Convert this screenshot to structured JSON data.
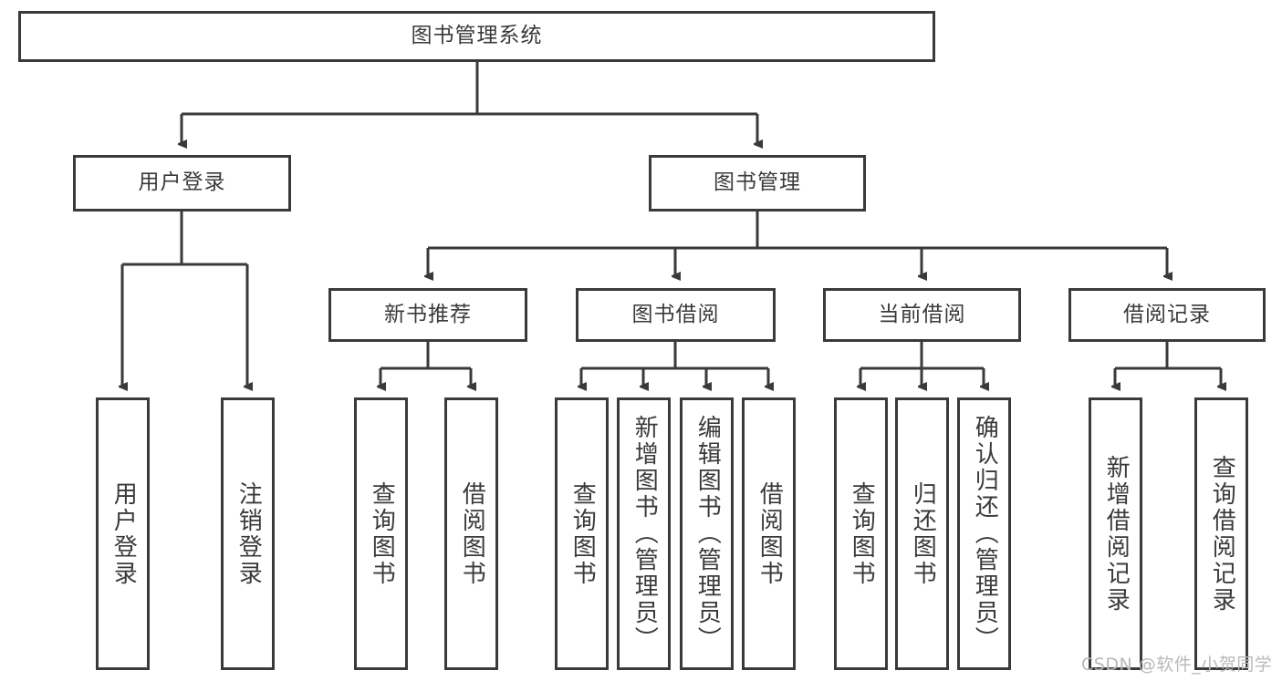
{
  "diagram": {
    "title": "图书管理系统",
    "root": {
      "label": "图书管理系统"
    },
    "level2": [
      {
        "label": "用户登录"
      },
      {
        "label": "图书管理"
      }
    ],
    "level3": [
      {
        "label": "新书推荐"
      },
      {
        "label": "图书借阅"
      },
      {
        "label": "当前借阅"
      },
      {
        "label": "借阅记录"
      }
    ],
    "leaves": {
      "user_login": [
        {
          "label": "用户登录"
        },
        {
          "label": "注销登录"
        }
      ],
      "new_book_recommend": [
        {
          "label": "查询图书"
        },
        {
          "label": "借阅图书"
        }
      ],
      "book_borrow": [
        {
          "label": "查询图书"
        },
        {
          "label": "新增图书（管理员）"
        },
        {
          "label": "编辑图书（管理员）"
        },
        {
          "label": "借阅图书"
        }
      ],
      "current_borrow": [
        {
          "label": "查询图书"
        },
        {
          "label": "归还图书"
        },
        {
          "label": "确认归还（管理员）"
        }
      ],
      "borrow_record": [
        {
          "label": "新增借阅记录"
        },
        {
          "label": "查询借阅记录"
        }
      ]
    }
  },
  "watermark": {
    "text": "CSDN @软件_小贺同学"
  },
  "colors": {
    "border": "#3a3a3a",
    "text": "#3a3a3a",
    "background": "#ffffff",
    "watermark": "#b9b9b9"
  }
}
